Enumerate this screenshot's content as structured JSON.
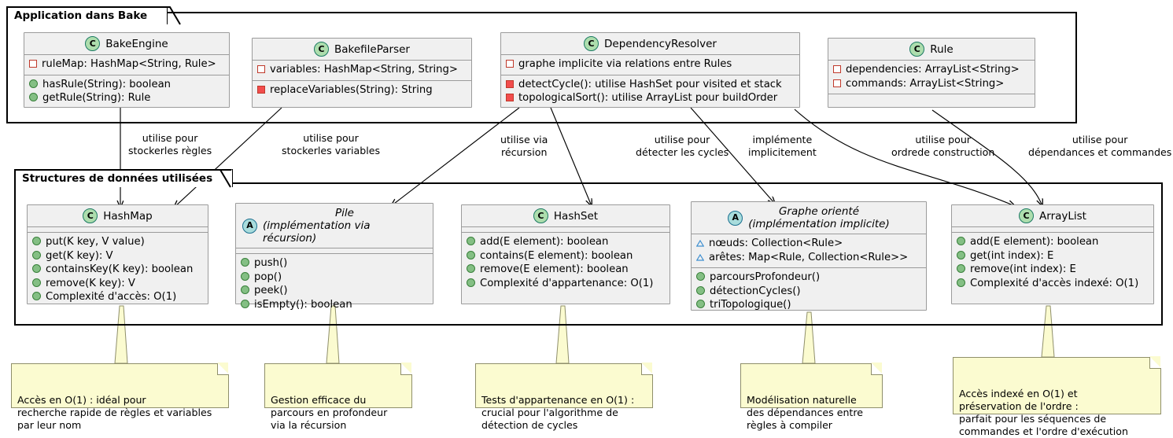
{
  "packages": [
    {
      "name": "package-application",
      "label": "Application dans Bake"
    },
    {
      "name": "package-structures",
      "label": "Structures de données utilisées"
    }
  ],
  "classes": [
    {
      "key": "bakeengine",
      "stereotype": "C",
      "abstract": false,
      "title": [
        "BakeEngine"
      ],
      "attributes": [
        {
          "vis": "private-field",
          "text": "ruleMap: HashMap<String, Rule>"
        }
      ],
      "methods": [
        {
          "vis": "public-method",
          "text": "hasRule(String): boolean"
        },
        {
          "vis": "public-method",
          "text": "getRule(String): Rule"
        }
      ]
    },
    {
      "key": "bakefileparser",
      "stereotype": "C",
      "abstract": false,
      "title": [
        "BakefileParser"
      ],
      "attributes": [
        {
          "vis": "private-field",
          "text": "variables: HashMap<String, String>"
        }
      ],
      "methods": [
        {
          "vis": "private-method",
          "text": "replaceVariables(String): String"
        }
      ]
    },
    {
      "key": "dependencyresolver",
      "stereotype": "C",
      "abstract": false,
      "title": [
        "DependencyResolver"
      ],
      "attributes": [
        {
          "vis": "private-field",
          "text": "graphe implicite via relations entre Rules"
        }
      ],
      "methods": [
        {
          "vis": "private-method",
          "text": "detectCycle(): utilise HashSet pour visited et stack"
        },
        {
          "vis": "private-method",
          "text": "topologicalSort(): utilise ArrayList pour buildOrder"
        }
      ]
    },
    {
      "key": "rule",
      "stereotype": "C",
      "abstract": false,
      "title": [
        "Rule"
      ],
      "attributes": [
        {
          "vis": "private-field",
          "text": "dependencies: ArrayList<String>"
        },
        {
          "vis": "private-field",
          "text": "commands: ArrayList<String>"
        }
      ],
      "methods": []
    },
    {
      "key": "hashmap",
      "stereotype": "C",
      "abstract": false,
      "title": [
        "HashMap"
      ],
      "attributes": [],
      "methods": [
        {
          "vis": "public-method",
          "text": "put(K key, V value)"
        },
        {
          "vis": "public-method",
          "text": "get(K key): V"
        },
        {
          "vis": "public-method",
          "text": "containsKey(K key): boolean"
        },
        {
          "vis": "public-method",
          "text": "remove(K key): V"
        },
        {
          "vis": "public-method",
          "text": "Complexité d'accès: O(1)"
        }
      ]
    },
    {
      "key": "pile",
      "stereotype": "A",
      "abstract": true,
      "title": [
        "Pile",
        "(implémentation via récursion)"
      ],
      "attributes": [],
      "methods": [
        {
          "vis": "public-method",
          "text": "push()"
        },
        {
          "vis": "public-method",
          "text": "pop()"
        },
        {
          "vis": "public-method",
          "text": "peek()"
        },
        {
          "vis": "public-method",
          "text": "isEmpty(): boolean"
        }
      ]
    },
    {
      "key": "hashset",
      "stereotype": "C",
      "abstract": false,
      "title": [
        "HashSet"
      ],
      "attributes": [],
      "methods": [
        {
          "vis": "public-method",
          "text": "add(E element): boolean"
        },
        {
          "vis": "public-method",
          "text": "contains(E element): boolean"
        },
        {
          "vis": "public-method",
          "text": "remove(E element): boolean"
        },
        {
          "vis": "public-method",
          "text": "Complexité d'appartenance: O(1)"
        }
      ]
    },
    {
      "key": "graphe",
      "stereotype": "A",
      "abstract": true,
      "title": [
        "Graphe orienté",
        "(implémentation implicite)"
      ],
      "attributes": [
        {
          "vis": "protected-field",
          "text": "nœuds: Collection<Rule>"
        },
        {
          "vis": "protected-field",
          "text": "arêtes: Map<Rule, Collection<Rule>>"
        }
      ],
      "methods": [
        {
          "vis": "public-method",
          "text": "parcoursProfondeur()"
        },
        {
          "vis": "public-method",
          "text": "détectionCycles()"
        },
        {
          "vis": "public-method",
          "text": "triTopologique()"
        }
      ]
    },
    {
      "key": "arraylist",
      "stereotype": "C",
      "abstract": false,
      "title": [
        "ArrayList"
      ],
      "attributes": [],
      "methods": [
        {
          "vis": "public-method",
          "text": "add(E element): boolean"
        },
        {
          "vis": "public-method",
          "text": "get(int index): E"
        },
        {
          "vis": "public-method",
          "text": "remove(int index): E"
        },
        {
          "vis": "public-method",
          "text": "Complexité d'accès indexé: O(1)"
        }
      ]
    }
  ],
  "edge_labels": [
    {
      "key": "edge-store-rules",
      "line1": "utilise pour",
      "line2": "stockerles règles"
    },
    {
      "key": "edge-store-variables",
      "line1": "utilise pour",
      "line2": "stockerles variables"
    },
    {
      "key": "edge-recursion",
      "line1": "utilise via",
      "line2": "récursion"
    },
    {
      "key": "edge-detect-cycles",
      "line1": "utilise pour",
      "line2": "détecter les cycles"
    },
    {
      "key": "edge-implements",
      "line1": "implémente",
      "line2": "implicitement"
    },
    {
      "key": "edge-build-order",
      "line1": "utilise pour",
      "line2": "ordrede construction"
    },
    {
      "key": "edge-deps-commands",
      "line1": "utilise pour",
      "line2": "dépendances et commandes"
    }
  ],
  "notes": [
    {
      "key": "note-hashmap",
      "text": "Accès en O(1) : idéal pour\nrecherche rapide de règles et variables\npar leur nom"
    },
    {
      "key": "note-pile",
      "text": "Gestion efficace du\nparcours en profondeur\nvia la récursion"
    },
    {
      "key": "note-hashset",
      "text": "Tests d'appartenance en O(1) :\ncrucial pour l'algorithme de\ndétection de cycles"
    },
    {
      "key": "note-graphe",
      "text": "Modélisation naturelle\ndes dépendances entre\nrègles à compiler"
    },
    {
      "key": "note-arraylist",
      "text": "Accès indexé en O(1) et\npréservation de l'ordre :\nparfait pour les séquences de\ncommandes et l'ordre d'exécution"
    }
  ],
  "colors": {
    "class_fill": "#f0f0f0",
    "class_border": "#9b9b9b",
    "note_fill": "#fbfbd0",
    "note_border": "#8f8f6a",
    "stereotype_class": "#adddad",
    "stereotype_abstract": "#a8dcdc",
    "public_marker": "#84bf84",
    "private_marker": "#f24d4d",
    "protected_marker": "#3f8fd0",
    "line": "#000000"
  }
}
